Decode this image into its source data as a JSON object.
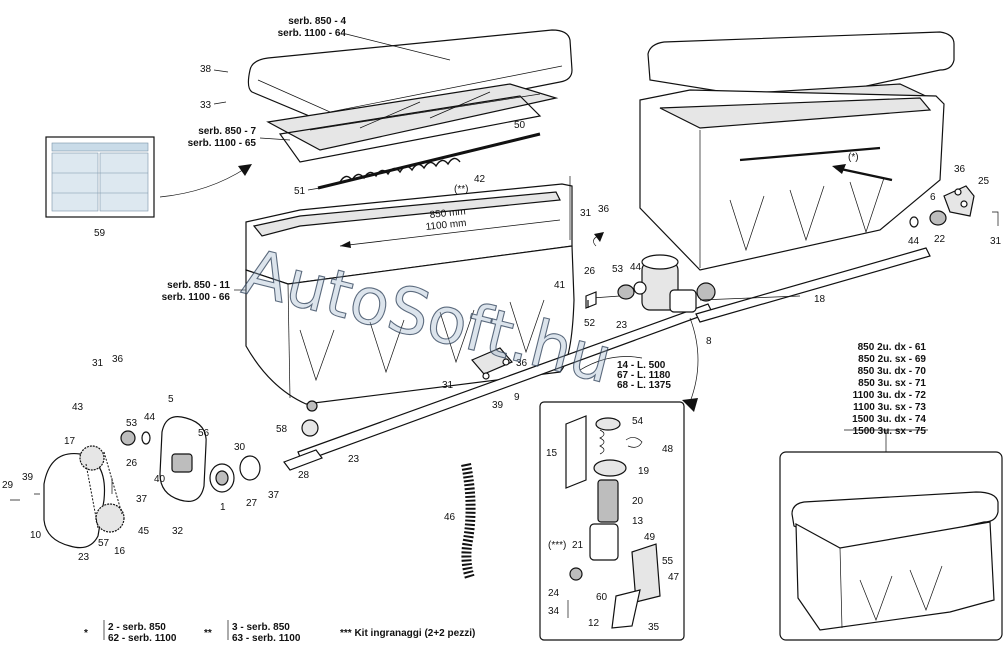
{
  "watermark": "AutoSoft.hu",
  "hopper_labels": {
    "top_lid_line1": "serb. 850 - 4",
    "top_lid_line2": "serb. 1100 - 64",
    "mesh_line1": "serb. 850 - 7",
    "mesh_line2": "serb. 1100 - 65",
    "hopper_line1": "serb. 850 - 11",
    "hopper_line2": "serb. 1100 - 66",
    "width_line1": "850 mm",
    "width_line2": "1100 mm",
    "shaft_line1": "14 - L. 500",
    "shaft_line2": "67 - L. 1180",
    "shaft_line3": "68 - L. 1375",
    "marker_double": "(**)",
    "marker_single": "(*)"
  },
  "variants": [
    "850 2u. dx - 61",
    "850 2u. sx - 69",
    "850 3u. dx - 70",
    "850 3u. sx - 71",
    "1100 3u. dx - 72",
    "1100 3u. sx - 73",
    "1500 3u. dx - 74",
    "1500 3u. sx - 75"
  ],
  "footnotes": {
    "star1": "*",
    "star1_a": "2 - serb. 850",
    "star1_b": "62 - serb. 1100",
    "star2": "**",
    "star2_a": "3 - serb. 850",
    "star2_b": "63 - serb. 1100",
    "kit": "*** Kit ingranaggi (2+2 pezzi)"
  },
  "part_numbers": {
    "n59": "59",
    "n38": "38",
    "n33": "33",
    "n50": "50",
    "n51": "51",
    "n42": "42",
    "n31a": "31",
    "n36a": "36",
    "n41": "41",
    "n26a": "26",
    "n53a": "53",
    "n44a": "44",
    "n52": "52",
    "n23a": "23",
    "n8": "8",
    "n36b": "36",
    "n31b": "31",
    "n39a": "39",
    "n9": "9",
    "n18": "18",
    "n36c": "36",
    "n25": "25",
    "n6": "6",
    "n44b": "44",
    "n22": "22",
    "n31c": "31",
    "n31d": "31",
    "n36d": "36",
    "n43": "43",
    "n53b": "53",
    "n44c": "44",
    "n5": "5",
    "n17": "17",
    "n56": "56",
    "n30": "30",
    "n26b": "26",
    "n58": "58",
    "n23b": "23",
    "n28": "28",
    "n29": "29",
    "n39b": "39",
    "n40": "40",
    "n37a": "37",
    "n1": "1",
    "n27": "27",
    "n37b": "37",
    "n10": "10",
    "n57": "57",
    "n45": "45",
    "n16": "16",
    "n32": "32",
    "n23c": "23",
    "n46": "46",
    "n54": "54",
    "n48": "48",
    "n15": "15",
    "n19": "19",
    "n20": "20",
    "n13": "13",
    "n21": "21",
    "n21_marker": "(***)",
    "n49": "49",
    "n55": "55",
    "n24": "24",
    "n60": "60",
    "n47": "47",
    "n34": "34",
    "n12": "12",
    "n35": "35"
  }
}
